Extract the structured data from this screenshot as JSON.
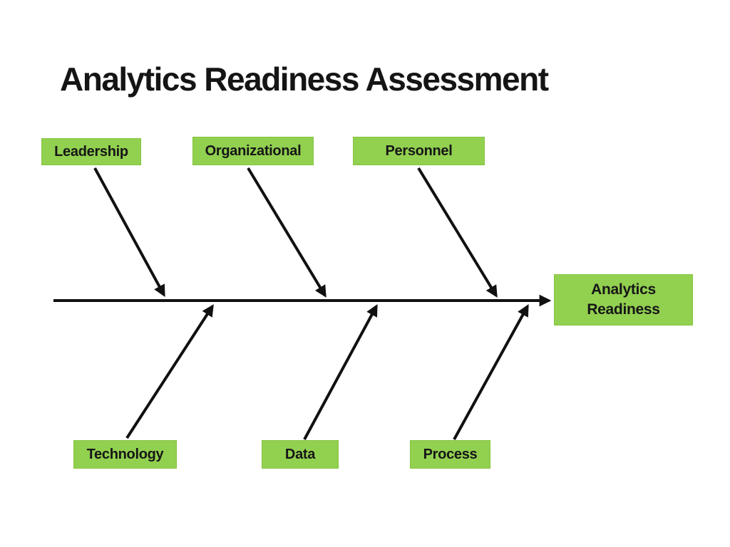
{
  "title": "Analytics Readiness Assessment",
  "diagram": {
    "type": "fishbone",
    "effect": {
      "label": "Analytics Readiness"
    },
    "top_causes": [
      "Leadership",
      "Organizational",
      "Personnel"
    ],
    "bottom_causes": [
      "Technology",
      "Data",
      "Process"
    ],
    "colors": {
      "box_fill": "#92D050",
      "line": "#111111",
      "text": "#161616",
      "background": "#ffffff"
    }
  }
}
